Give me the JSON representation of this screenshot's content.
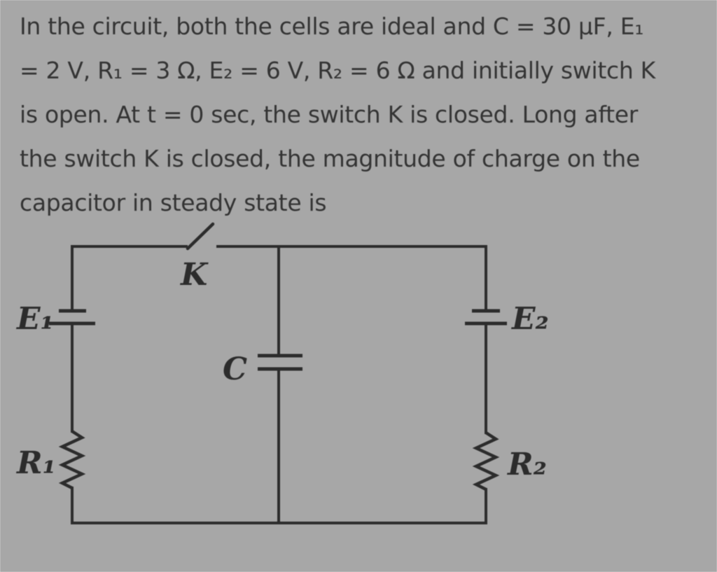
{
  "page": {
    "background_color": "#a7a7a7",
    "text_color": "#343434",
    "wire_color": "#2c2c2c"
  },
  "question": {
    "lines": [
      "In the circuit, both the cells are ideal and C = 30 μF, E₁",
      "= 2 V, R₁ = 3 Ω, E₂ = 6 V, R₂ = 6 Ω and initially switch K",
      "is open. At t = 0 sec, the switch K is closed. Long after",
      "the switch K is closed, the magnitude of charge on the",
      "capacitor in steady state is"
    ]
  },
  "circuit": {
    "labels": {
      "switch": "K",
      "cell_left": "E₁",
      "resistor_left": "R₁",
      "capacitor": "C",
      "cell_right": "E₂",
      "resistor_right": "R₂"
    },
    "given_values": {
      "capacitance": "30 μF",
      "E1": "2 V",
      "R1": "3 Ω",
      "E2": "6 V",
      "R2": "6 Ω",
      "switch_initial_state": "open",
      "switch_closed_at": "t = 0 sec"
    }
  }
}
